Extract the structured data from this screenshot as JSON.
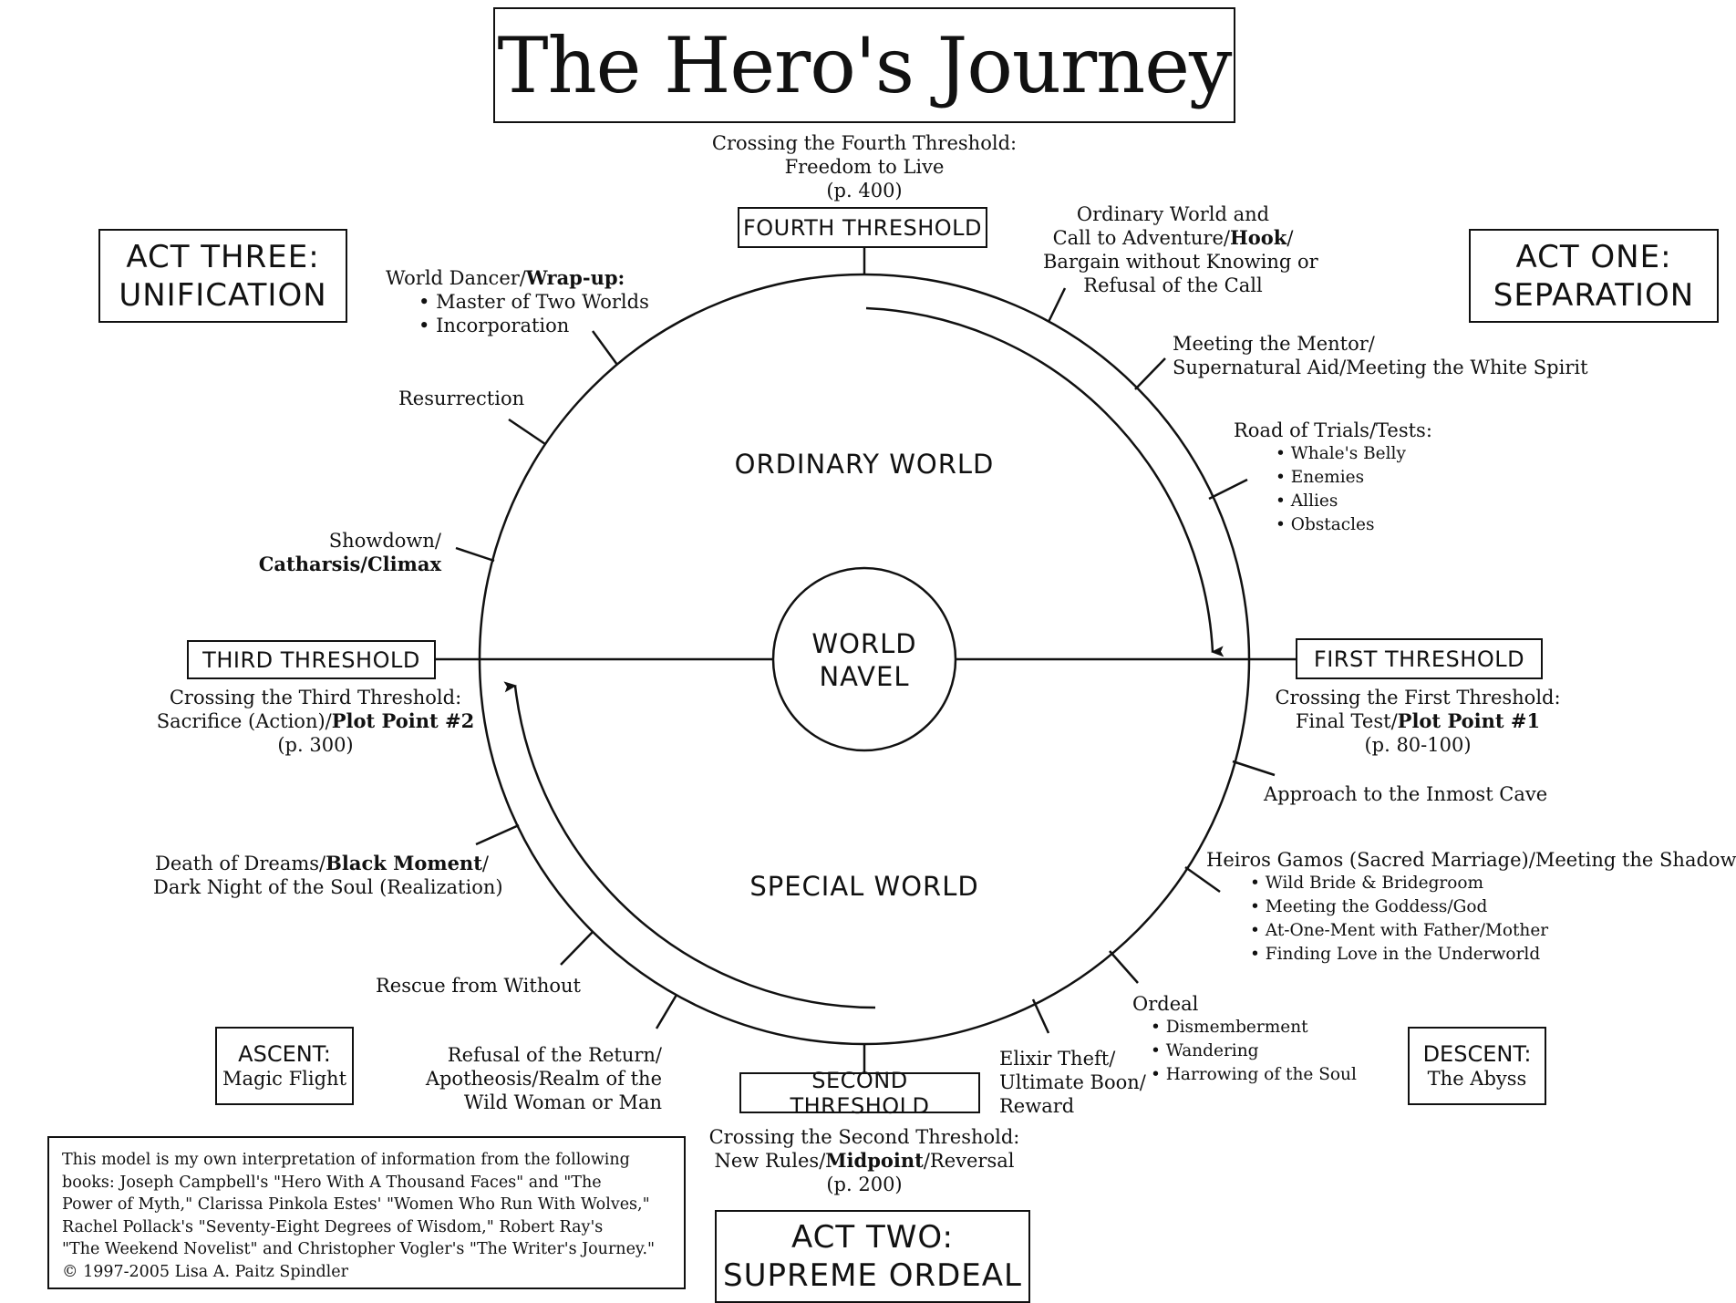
{
  "title": "The Hero's Journey",
  "acts": {
    "act_one": [
      "ACT ONE:",
      "SEPARATION"
    ],
    "act_two": [
      "ACT TWO:",
      "SUPREME ORDEAL"
    ],
    "act_three": [
      "ACT THREE:",
      "UNIFICATION"
    ]
  },
  "side_boxes": {
    "ascent": {
      "title": "ASCENT:",
      "sub": "Magic Flight"
    },
    "descent": {
      "title": "DESCENT:",
      "sub": "The Abyss"
    }
  },
  "thresholds": {
    "fourth": {
      "label": "FOURTH THRESHOLD",
      "caption": [
        "Crossing the Fourth Threshold:",
        "Freedom to Live",
        "(p. 400)"
      ]
    },
    "first": {
      "label": "FIRST THRESHOLD",
      "caption": [
        "Crossing the First Threshold:",
        "Final Test/",
        "Plot Point #1",
        "(p. 80-100)"
      ]
    },
    "second": {
      "label": "SECOND THRESHOLD",
      "caption": [
        "Crossing the Second Threshold:",
        "New Rules/",
        "Midpoint",
        "/Reversal",
        "(p. 200)"
      ]
    },
    "third": {
      "label": "THIRD THRESHOLD",
      "caption": [
        "Crossing the Third Threshold:",
        "Sacrifice (Action)/",
        "Plot Point #2",
        "(p. 300)"
      ]
    }
  },
  "worlds": {
    "ordinary": "ORDINARY WORLD",
    "special": "SPECIAL WORLD",
    "navel": [
      "WORLD",
      "NAVEL"
    ]
  },
  "stages": {
    "ordinary_call": [
      "Ordinary World and",
      "Call to Adventure/",
      "Hook",
      "/",
      "Bargain without Knowing or",
      "Refusal of the Call"
    ],
    "mentor": [
      "Meeting the Mentor/",
      "Supernatural Aid/Meeting the White Spirit"
    ],
    "trials": {
      "heading": "Road of Trials/Tests:",
      "items": [
        "Whale's Belly",
        "Enemies",
        "Allies",
        "Obstacles"
      ]
    },
    "inmost_cave": "Approach to the Inmost Cave",
    "heiros": {
      "heading": "Heiros Gamos (Sacred Marriage)/Meeting the Shadow Self",
      "items": [
        "Wild Bride & Bridegroom",
        "Meeting the Goddess/God",
        "At-One-Ment with Father/Mother",
        "Finding Love in the Underworld"
      ]
    },
    "ordeal": {
      "heading": "Ordeal",
      "items": [
        "Dismemberment",
        "Wandering",
        "Harrowing of the Soul"
      ]
    },
    "elixir": [
      "Elixir Theft/",
      "Ultimate Boon/",
      "Reward"
    ],
    "refusal_return": [
      "Refusal of the Return/",
      "Apotheosis/Realm of the",
      "Wild Woman or Man"
    ],
    "rescue": "Rescue from Without",
    "death_dreams": [
      "Death of Dreams/",
      "Black Moment",
      "/",
      "Dark Night of the Soul (Realization)"
    ],
    "showdown": [
      "Showdown/",
      "Catharsis/Climax"
    ],
    "resurrection": "Resurrection",
    "world_dancer": {
      "heading": "World Dancer/",
      "heading_bold": "Wrap-up:",
      "items": [
        "Master of Two Worlds",
        "Incorporation"
      ]
    }
  },
  "note": [
    "This model is my own interpretation of information from the following",
    "books: Joseph Campbell's \"Hero With A Thousand Faces\" and \"The",
    "Power of Myth,\" Clarissa Pinkola Estes' \"Women Who Run With Wolves,\"",
    "Rachel Pollack's \"Seventy-Eight Degrees of Wisdom,\" Robert Ray's",
    "\"The Weekend Novelist\" and Christopher Vogler's \"The Writer's Journey.\"",
    "© 1997-2005 Lisa A. Paitz Spindler"
  ]
}
